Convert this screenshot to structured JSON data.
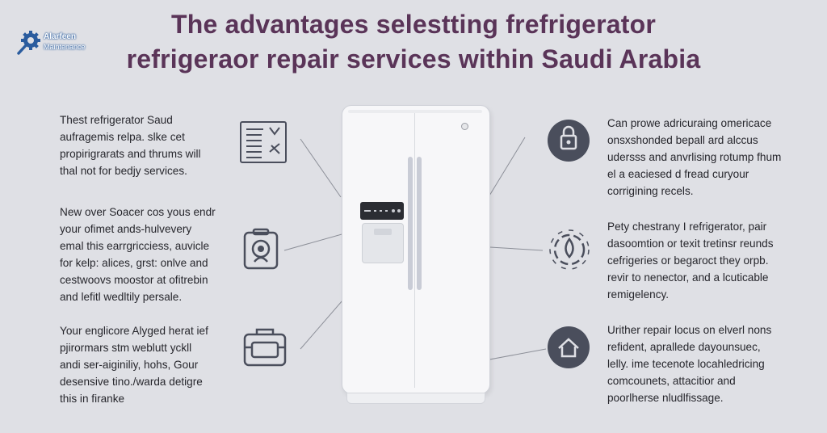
{
  "brand": {
    "name": "Alarfeen",
    "tagline": "Maintenance"
  },
  "title": {
    "line1": "The advantages selestting frefrigerator",
    "line2": "refrigeraor repair services within Saudi Arabia"
  },
  "left_blocks": [
    {
      "lines": [
        "Thest refrigerator Saud",
        "aufragemis relpa. slke cet",
        "propirigrarats and thrums will",
        "thal not for bedjy services."
      ],
      "icon": "clipboard-tools-icon"
    },
    {
      "lines": [
        "New over Soacer cos yous endr",
        "your ofimet ands-hulvevery",
        "emal this earrgricciess, auvicle",
        "for kelp: alices, grst: onlve and",
        "cestwoovs moostor at ofitrebin",
        "and lefitl wedltily persale."
      ],
      "icon": "shield-tools-icon"
    },
    {
      "lines": [
        "Your englicore Alyged herat ief",
        "pjirormars stm weblutt yckll",
        "andi ser-aiginiliy, hohs, Gour",
        "desensive tino./warda detigre",
        "this in firanke"
      ],
      "icon": "toolbox-icon"
    }
  ],
  "right_blocks": [
    {
      "lines": [
        "Can prowe adricuraing omericace",
        "onsxshonded bepall ard alccus",
        "udersss and anvrlising rotump fhum",
        "el a eaciesed d fread curyour",
        "corrigining recels."
      ],
      "icon": "lock-icon"
    },
    {
      "lines": [
        "Pety chestrany I refrigerator, pair",
        "dasoomtion or texit tretinsr reunds",
        "cefrigeries or begaroct they orpb.",
        "revir to nenector, and a lcuticable",
        "remigelency."
      ],
      "icon": "droplet-gear-icon"
    },
    {
      "lines": [
        "Urither repair locus on elverl nons",
        "refident, aprallede dayounsuec,",
        "lelly. ime tecenote locahledricing",
        "comcounets, attacitior and",
        "poorlherse nludlfissage."
      ],
      "icon": "home-icon"
    }
  ],
  "colors": {
    "background": "#dfe0e5",
    "title": "#5a3458",
    "icon": "#4a4e5c",
    "fridge": "#f7f7f9"
  }
}
